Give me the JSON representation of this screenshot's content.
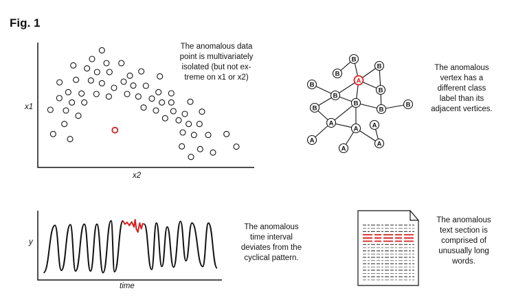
{
  "figure_label": "Fig. 1",
  "colors": {
    "anomaly": "#d42020",
    "ink": "#111111"
  },
  "panels": {
    "point": {
      "x_label": "x2",
      "y_label": "x1",
      "caption": [
        "The anomalous data",
        "point is multivariately",
        "isolated (but not ex-",
        "treme on x1 or x2)"
      ]
    },
    "graph": {
      "caption": [
        "The anomalous",
        "vertex has a",
        "different class",
        "label than its",
        "adjacent vertices."
      ],
      "node_labels": {
        "A": "A",
        "B": "B"
      }
    },
    "time": {
      "x_label": "time",
      "y_label": "y",
      "caption": [
        "The anomalous",
        "time interval",
        "deviates from the",
        "cyclical pattern."
      ]
    },
    "text": {
      "caption": [
        "The anomalous",
        "text section is",
        "comprised of",
        "unusually long",
        "words."
      ]
    }
  }
}
